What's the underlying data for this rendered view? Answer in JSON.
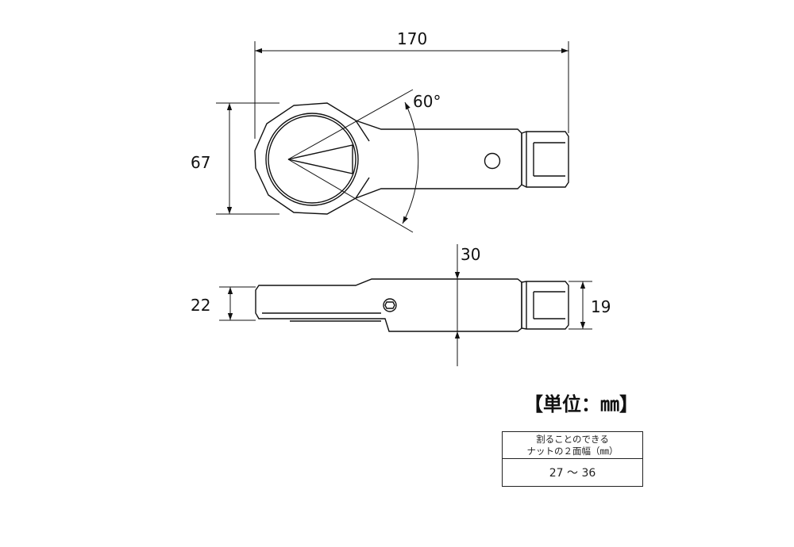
{
  "dimensions": {
    "overall_length": "170",
    "ring_height": "67",
    "angle": "60°",
    "side_thickness": "22",
    "side_offset": "30",
    "hex_width": "19"
  },
  "unit_label": "【単位：㎜】",
  "spec_table": {
    "header_line1": "割ることのできる",
    "header_line2": "ナットの２面幅（㎜）",
    "value": "27 ～ 36"
  }
}
